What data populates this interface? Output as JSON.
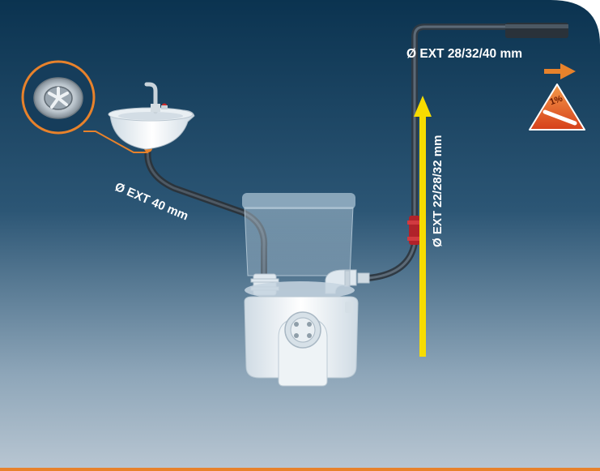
{
  "diagram": {
    "labels": {
      "discharge_top": "Ø EXT 28/32/40 mm",
      "sink_pipe": "Ø EXT 40 mm",
      "riser": "Ø EXT 22/28/32 mm",
      "slope": "1%"
    },
    "colors": {
      "background_top": "#0b3350",
      "background_bottom": "#b8c6d2",
      "accent_orange": "#e8822b",
      "riser_arrow_yellow": "#f7dc00",
      "pipe_grey": "#3e4a55",
      "bottom_rule": "#e8822b"
    },
    "icons": [
      "drain-strainer-icon",
      "flow-direction-arrow-icon",
      "slope-warning-icon"
    ]
  }
}
